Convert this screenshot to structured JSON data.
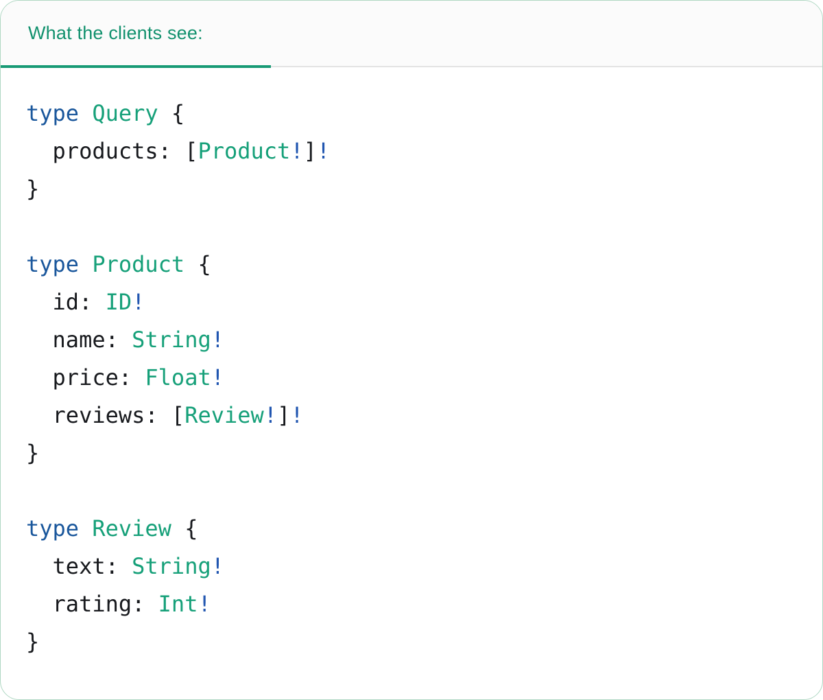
{
  "panel": {
    "tab_label": "What the clients see:"
  },
  "code": {
    "language": "graphql-sdl",
    "text": "type Query {\n  products: [Product!]!\n}\n\ntype Product {\n  id: ID!\n  name: String!\n  price: Float!\n  reviews: [Review!]!\n}\n\ntype Review {\n  text: String!\n  rating: Int!\n}",
    "lines": [
      [
        [
          "keyword",
          "type"
        ],
        [
          "plain",
          " "
        ],
        [
          "typename",
          "Query"
        ],
        [
          "plain",
          " {"
        ]
      ],
      [
        [
          "plain",
          "  products: ["
        ],
        [
          "typename",
          "Product"
        ],
        [
          "bang",
          "!"
        ],
        [
          "plain",
          "]"
        ],
        [
          "bang",
          "!"
        ]
      ],
      [
        [
          "plain",
          "}"
        ]
      ],
      [],
      [
        [
          "keyword",
          "type"
        ],
        [
          "plain",
          " "
        ],
        [
          "typename",
          "Product"
        ],
        [
          "plain",
          " {"
        ]
      ],
      [
        [
          "plain",
          "  id: "
        ],
        [
          "typename",
          "ID"
        ],
        [
          "bang",
          "!"
        ]
      ],
      [
        [
          "plain",
          "  name: "
        ],
        [
          "typename",
          "String"
        ],
        [
          "bang",
          "!"
        ]
      ],
      [
        [
          "plain",
          "  price: "
        ],
        [
          "typename",
          "Float"
        ],
        [
          "bang",
          "!"
        ]
      ],
      [
        [
          "plain",
          "  reviews: ["
        ],
        [
          "typename",
          "Review"
        ],
        [
          "bang",
          "!"
        ],
        [
          "plain",
          "]"
        ],
        [
          "bang",
          "!"
        ]
      ],
      [
        [
          "plain",
          "}"
        ]
      ],
      [],
      [
        [
          "keyword",
          "type"
        ],
        [
          "plain",
          " "
        ],
        [
          "typename",
          "Review"
        ],
        [
          "plain",
          " {"
        ]
      ],
      [
        [
          "plain",
          "  text: "
        ],
        [
          "typename",
          "String"
        ],
        [
          "bang",
          "!"
        ]
      ],
      [
        [
          "plain",
          "  rating: "
        ],
        [
          "typename",
          "Int"
        ],
        [
          "bang",
          "!"
        ]
      ],
      [
        [
          "plain",
          "}"
        ]
      ]
    ]
  },
  "colors": {
    "tab-text": "#12916e",
    "accent": "#189a75",
    "divider": "#e3e3e3",
    "header-bg": "#fbfbfb",
    "card-bg": "#ffffff",
    "card-border": "#aed7c2",
    "code-keyword": "#1a579c",
    "code-typename": "#16a079",
    "code-plain": "#17191d",
    "code-bang": "#2156b0"
  }
}
